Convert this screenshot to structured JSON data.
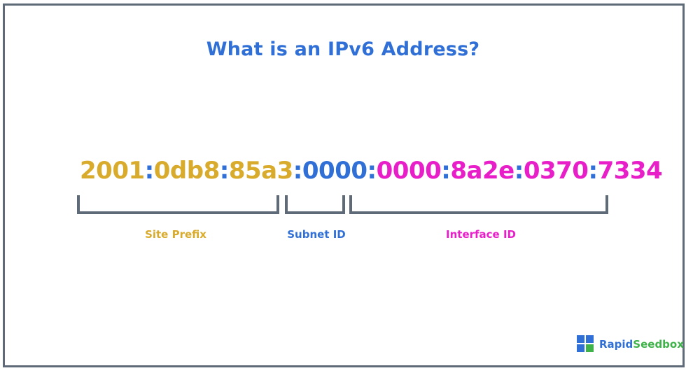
{
  "title": "What is an IPv6 Address?",
  "address": {
    "site_prefix": [
      "2001",
      ":",
      "0db8",
      ":",
      "85a3",
      ":"
    ],
    "subnet": [
      "0000",
      ":"
    ],
    "interface": [
      "0000",
      ":",
      "8a2e",
      ":",
      "0370",
      ":",
      "7334"
    ]
  },
  "labels": {
    "site_prefix": "Site Prefix",
    "subnet_id": "Subnet ID",
    "interface_id": "Interface ID"
  },
  "logo": {
    "part1": "Rapid",
    "part2": "Seedbox"
  },
  "colors": {
    "site_prefix": "#d9ab2c",
    "subnet": "#2f6fd6",
    "interface": "#e81ec8",
    "frame": "#5f6a78"
  }
}
